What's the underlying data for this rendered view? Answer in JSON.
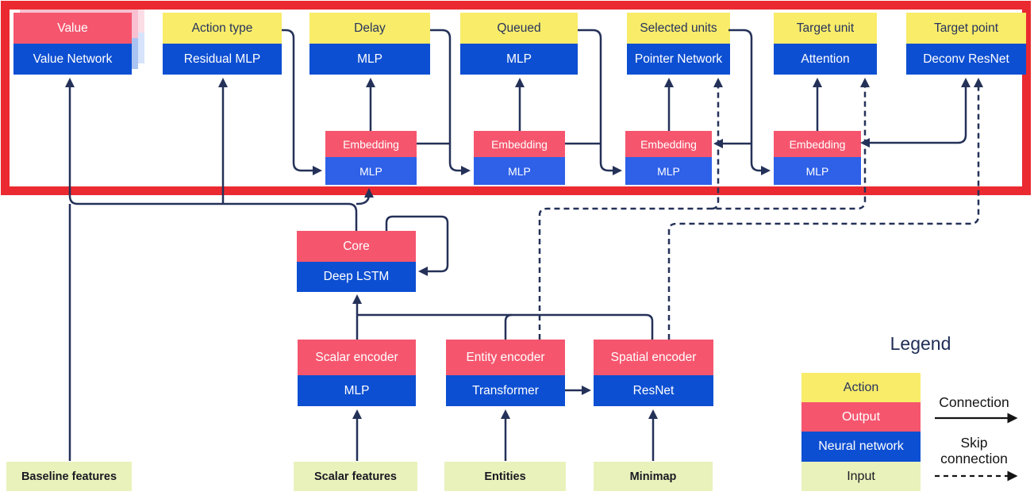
{
  "heads": [
    {
      "action": "Value",
      "network": "Value Network"
    },
    {
      "action": "Action type",
      "network": "Residual MLP"
    },
    {
      "action": "Delay",
      "network": "MLP"
    },
    {
      "action": "Queued",
      "network": "MLP"
    },
    {
      "action": "Selected units",
      "network": "Pointer Network"
    },
    {
      "action": "Target unit",
      "network": "Attention"
    },
    {
      "action": "Target point",
      "network": "Deconv ResNet"
    }
  ],
  "embeddings": [
    {
      "output": "Embedding",
      "network": "MLP"
    },
    {
      "output": "Embedding",
      "network": "MLP"
    },
    {
      "output": "Embedding",
      "network": "MLP"
    },
    {
      "output": "Embedding",
      "network": "MLP"
    }
  ],
  "core": {
    "output": "Core",
    "network": "Deep LSTM"
  },
  "encoders": [
    {
      "output": "Scalar encoder",
      "network": "MLP"
    },
    {
      "output": "Entity encoder",
      "network": "Transformer"
    },
    {
      "output": "Spatial encoder",
      "network": "ResNet"
    }
  ],
  "inputs": [
    {
      "label": "Baseline features"
    },
    {
      "label": "Scalar features"
    },
    {
      "label": "Entities"
    },
    {
      "label": "Minimap"
    }
  ],
  "legend": {
    "title": "Legend",
    "swatches": [
      {
        "label": "Action",
        "color": "#f8ec69"
      },
      {
        "label": "Output",
        "color": "#f5566e"
      },
      {
        "label": "Neural network",
        "color": "#0d4fd2"
      },
      {
        "label": "Input",
        "color": "#e9f2bb"
      }
    ],
    "connection_label": "Connection",
    "skip_label_line1": "Skip",
    "skip_label_line2": "connection"
  },
  "colors": {
    "action_yellow": "#f8ec69",
    "output_pink": "#f5566e",
    "network_blue": "#0d4fd2",
    "embedding_blue": "#2e60e8",
    "input_green": "#e9f2bb",
    "connector_navy": "#243158",
    "highlight_red": "#ea2a30"
  }
}
